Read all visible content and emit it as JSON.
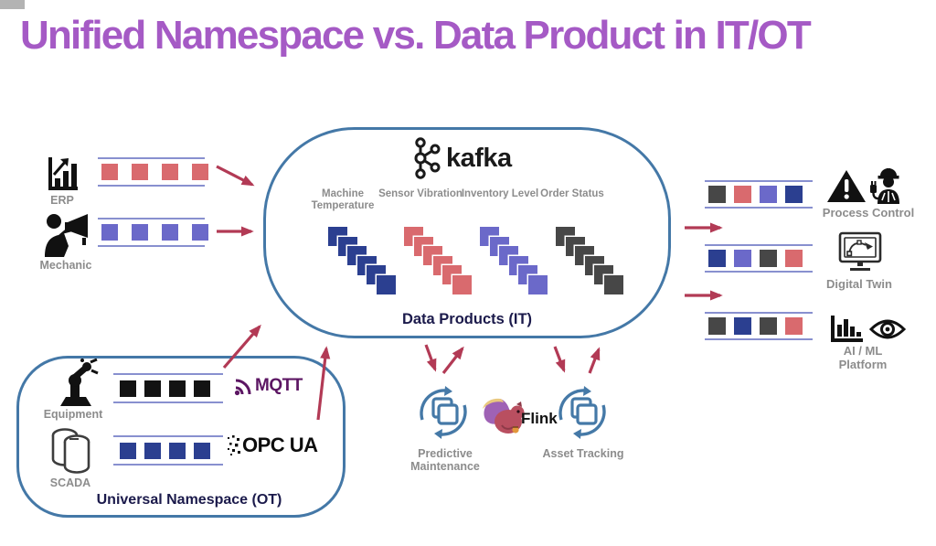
{
  "title": "Unified Namespace vs. Data Product in IT/OT",
  "colors": {
    "title_purple": "#a55ac5",
    "arrow_crimson": "#b23a55",
    "border_blue": "#4478a7",
    "stream_line": "#8890cf",
    "label_gray": "#8c8c8c",
    "text_navy": "#1b1a4b",
    "salmon": "#d96a6e",
    "periwinkle": "#6b69c9",
    "navy": "#2b3f90",
    "dark_gray": "#474747",
    "black": "#131313",
    "mqtt_purple": "#5c1663",
    "icon_blue": "#4579a7"
  },
  "sources": [
    {
      "label": "ERP",
      "icon": "erp-chart-icon",
      "packets": [
        "salmon",
        "salmon",
        "salmon",
        "salmon"
      ]
    },
    {
      "label": "Mechanic",
      "icon": "mechanic-icon",
      "packets": [
        "periwinkle",
        "periwinkle",
        "periwinkle",
        "periwinkle"
      ]
    }
  ],
  "kafka": {
    "name": "kafka"
  },
  "topics": [
    {
      "label": "Machine Temperature",
      "color": "navy",
      "packet_count": 6
    },
    {
      "label": "Sensor Vibration",
      "color": "salmon",
      "packet_count": 6
    },
    {
      "label": "Inventory Level",
      "color": "periwinkle",
      "packet_count": 6
    },
    {
      "label": "Order Status",
      "color": "dark_gray",
      "packet_count": 6
    }
  ],
  "data_products_label": "Data Products (IT)",
  "ot_box": {
    "label": "Universal Namespace (OT)",
    "rows": [
      {
        "label": "Equipment",
        "protocol": "MQTT",
        "packets": [
          "black",
          "black",
          "black",
          "black"
        ]
      },
      {
        "label": "SCADA",
        "protocol": "OPC UA",
        "packets": [
          "navy",
          "navy",
          "navy",
          "navy"
        ]
      }
    ]
  },
  "processors": {
    "left": {
      "label": "Predictive Maintenance"
    },
    "right": {
      "label": "Asset Tracking"
    },
    "engine": {
      "label": "Flink"
    }
  },
  "consumers": [
    {
      "label": "Process Control",
      "packets": [
        "dark_gray",
        "salmon",
        "periwinkle",
        "navy"
      ]
    },
    {
      "label": "Digital Twin",
      "packets": [
        "navy",
        "periwinkle",
        "dark_gray",
        "salmon"
      ]
    },
    {
      "label": "AI / ML Platform",
      "packets": [
        "dark_gray",
        "navy",
        "dark_gray",
        "salmon"
      ]
    }
  ]
}
